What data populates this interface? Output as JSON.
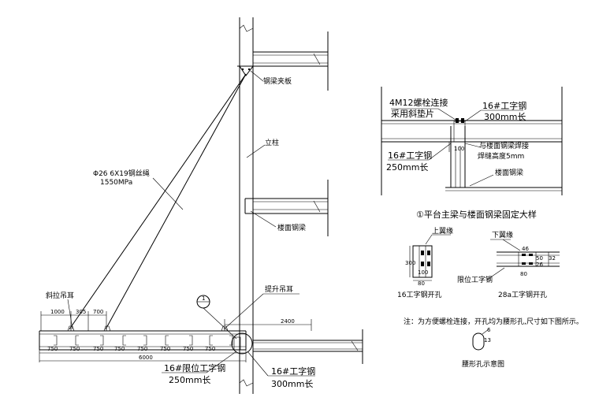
{
  "labels": {
    "clamp_plate": "钢梁夹板",
    "column": "立柱",
    "wire_rope_spec": "Φ26 6X19钢丝绳",
    "wire_rope_strength": "1550MPa",
    "floor_beam": "楼面钢梁",
    "diagonal_lug": "斜拉吊耳",
    "lifting_lug": "提升吊耳",
    "callout_number": "1",
    "limit_beam_spec": "16#限位工字钢",
    "limit_beam_len": "250mm长",
    "ibeam16_spec": "16#工字钢",
    "ibeam16_len": "300mm长"
  },
  "dimensions": {
    "d1000": "1000",
    "d305": "305",
    "d700": "700",
    "d2400": "2400",
    "spacing": [
      "750",
      "750",
      "750",
      "750",
      "750",
      "750",
      "750",
      "750"
    ],
    "total": "6000"
  },
  "detail": {
    "bolt_note_1": "4M12螺栓连接",
    "bolt_note_2": "采用斜垫片",
    "top_ibeam_spec": "16#工字钢",
    "top_ibeam_len": "300mm长",
    "weld_note_1": "与楼面钢梁焊接",
    "weld_note_2": "焊缝高度5mm",
    "left_ibeam_spec": "16#工字钢",
    "left_ibeam_len": "250mm长",
    "floor_beam": "楼面钢梁",
    "dim_100": "100",
    "title": "①平台主梁与楼面钢梁固定大样"
  },
  "holes": {
    "upper_flange": "上翼缘",
    "lower_flange": "下翼缘",
    "limit_ibeam": "限位工字钢",
    "cap16": "16工字钢开孔",
    "cap28": "28a工字钢开孔",
    "d300": "300",
    "d100": "100",
    "d80": "80",
    "d50": "50",
    "d26": "26",
    "d46": "46",
    "d32": "32",
    "note": "注：为方便螺栓连接，开孔均为腰形孔,尺寸如下图所示。",
    "slot_d1": "6",
    "slot_d2": "13",
    "slot_caption": "腰形孔示意图"
  }
}
